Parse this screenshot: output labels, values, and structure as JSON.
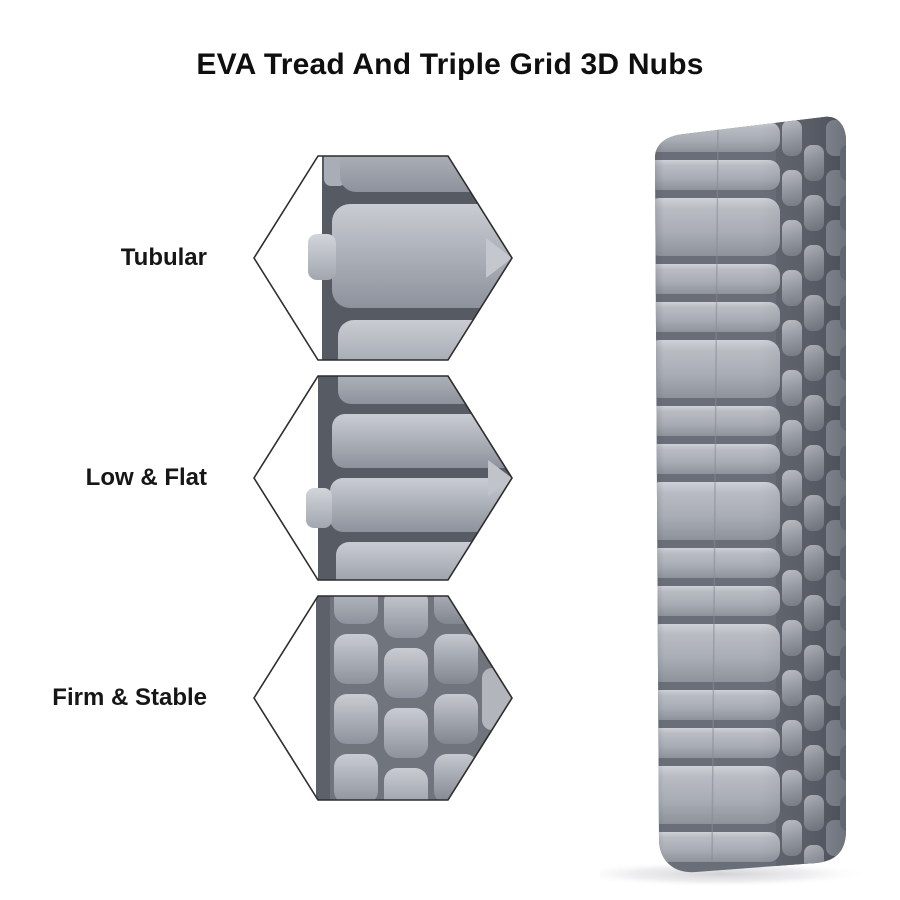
{
  "title": "EVA Tread And Triple Grid 3D Nubs",
  "features": [
    {
      "label": "Tubular"
    },
    {
      "label": "Low & Flat"
    },
    {
      "label": "Firm & Stable"
    }
  ],
  "colors": {
    "background": "#ffffff",
    "title_text": "#0f0f0f",
    "label_text": "#161616",
    "hexagon_outline": "#2d2d2d",
    "roller_gray_light": "#c6c9cf",
    "roller_gray_mid": "#a9adb5",
    "roller_gray_dark": "#6a6e78",
    "roller_crevice": "#565a63"
  }
}
